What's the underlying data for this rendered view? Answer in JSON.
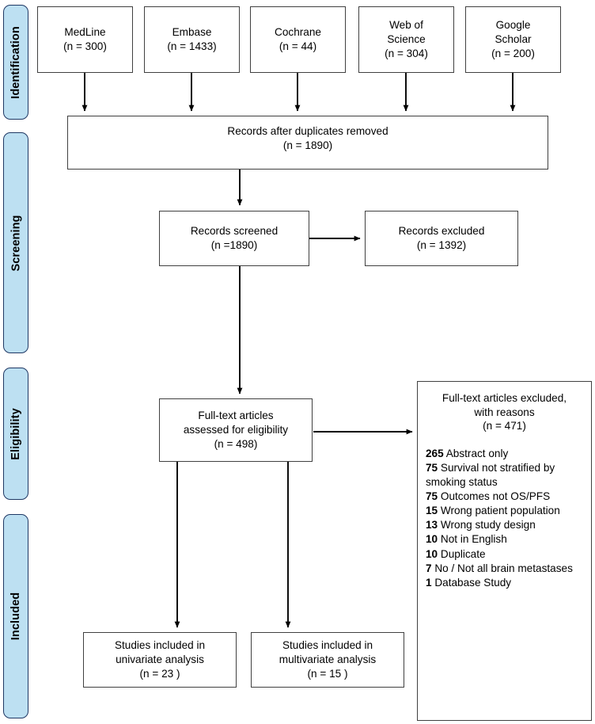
{
  "figure": {
    "type": "prisma-flow-diagram"
  },
  "colors": {
    "stage_tab_fill": "#bde0f2",
    "stage_tab_border": "#1f3864",
    "box_border": "#404040",
    "box_fill": "#ffffff",
    "connector": "#000000",
    "text": "#000000"
  },
  "stages": [
    {
      "label": "Identification"
    },
    {
      "label": "Screening"
    },
    {
      "label": "Eligibility"
    },
    {
      "label": "Included"
    }
  ],
  "sources": [
    {
      "name": "MedLine",
      "count": "(n = 300)"
    },
    {
      "name": "Embase",
      "count": "(n = 1433)"
    },
    {
      "name": "Cochrane",
      "count": "(n = 44)"
    },
    {
      "name": "Web of",
      "name2": "Science",
      "count": "(n = 304)"
    },
    {
      "name": "Google",
      "name2": "Scholar",
      "count": "(n = 200)"
    }
  ],
  "boxes": {
    "duplicates_removed": {
      "line1": "Records after duplicates removed",
      "line2": "(n = 1890)"
    },
    "records_screened": {
      "line1": "Records screened",
      "line2": "(n =1890)"
    },
    "records_excluded": {
      "line1": "Records excluded",
      "line2": "(n = 1392)"
    },
    "fulltext_assessed": {
      "line1": "Full-text articles",
      "line2": "assessed for eligibility",
      "line3": "(n = 498)"
    },
    "fulltext_excluded": {
      "line1": "Full-text articles excluded,",
      "line2": "with reasons",
      "line3": "(n = 471)",
      "reasons": [
        {
          "count": "265",
          "text": "Abstract only"
        },
        {
          "count": "75",
          "text": "Survival not stratified by smoking status"
        },
        {
          "count": "75",
          "text": "Outcomes not OS/PFS"
        },
        {
          "count": "15",
          "text": "Wrong patient population"
        },
        {
          "count": "13",
          "text": "Wrong study design"
        },
        {
          "count": "10",
          "text": "Not in English"
        },
        {
          "count": "10",
          "text": "Duplicate"
        },
        {
          "count": "7",
          "text": "No / Not all brain metastases"
        },
        {
          "count": "1",
          "text": "Database Study"
        }
      ]
    },
    "included_univariate": {
      "line1": "Studies included in",
      "line2": "univariate analysis",
      "line3": "(n = 23 )"
    },
    "included_multivariate": {
      "line1": "Studies included in",
      "line2": "multivariate analysis",
      "line3": "(n = 15 )"
    }
  }
}
